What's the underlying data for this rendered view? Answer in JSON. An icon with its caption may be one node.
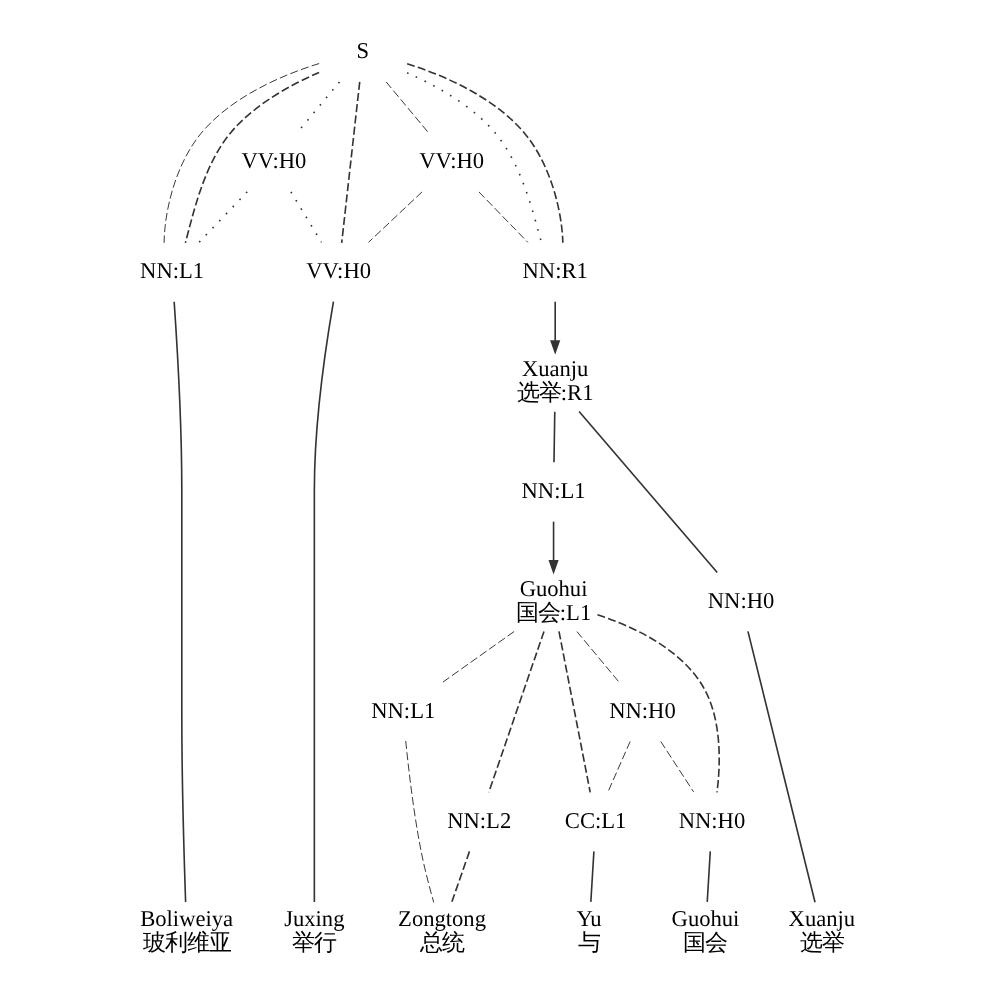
{
  "diagram": {
    "nodes": [
      {
        "text": [
          "S"
        ]
      },
      {
        "text": [
          "VV:H0"
        ]
      },
      {
        "text": [
          "VV:H0"
        ]
      },
      {
        "text": [
          "NN:R1"
        ]
      },
      {
        "text": [
          "Xuanju",
          "选举:R1"
        ]
      },
      {
        "text": [
          "NN:L1"
        ]
      },
      {
        "text": [
          "VV:H0"
        ]
      },
      {
        "text": [
          "NN:L1"
        ]
      },
      {
        "text": [
          "Guohui",
          "国会:L1"
        ]
      },
      {
        "text": [
          "NN:H0"
        ]
      },
      {
        "text": [
          "NN:L2"
        ]
      },
      {
        "text": [
          "NN:L1"
        ]
      },
      {
        "text": [
          "CC:L1"
        ]
      },
      {
        "text": [
          "NN:H0"
        ]
      },
      {
        "text": [
          "NN:H0"
        ]
      },
      {
        "text": [
          "Boliweiya",
          "玻利维亚"
        ]
      },
      {
        "text": [
          "Juxing",
          "举行"
        ]
      },
      {
        "text": [
          "Zongtong",
          "总统"
        ]
      },
      {
        "text": [
          "Yu",
          "与"
        ]
      },
      {
        "text": [
          "Guohui",
          "国会"
        ]
      },
      {
        "text": [
          "Xuanju",
          "选举"
        ]
      }
    ],
    "edges": [
      {
        "from": 0,
        "to": 2,
        "arrow": "none",
        "style": "dashed"
      },
      {
        "from": 0,
        "to": 3,
        "arrow": "none",
        "style": "dashed"
      },
      {
        "from": 2,
        "to": 5,
        "arrow": "none",
        "style": "dashed"
      },
      {
        "from": 2,
        "to": 6,
        "arrow": "none",
        "style": "dashed"
      },
      {
        "from": 0,
        "to": 1,
        "arrow": "none",
        "style": "dashed"
      },
      {
        "from": 0,
        "to": 5,
        "arrow": "none",
        "style": "dashed"
      },
      {
        "from": 1,
        "to": 3,
        "arrow": "none",
        "style": "dashed"
      },
      {
        "from": 1,
        "to": 6,
        "arrow": "none",
        "style": "dashed"
      },
      {
        "from": 0,
        "to": 5,
        "arrow": "none",
        "style": "dashed"
      },
      {
        "from": 0,
        "to": 6,
        "arrow": "none",
        "style": "dashed"
      },
      {
        "from": 0,
        "to": 3,
        "arrow": "none",
        "style": "dashed"
      },
      {
        "from": 3,
        "to": 4,
        "arrow": "to"
      },
      {
        "from": 4,
        "to": 7,
        "arrow": "none"
      },
      {
        "from": 4,
        "to": 14,
        "arrow": "none"
      },
      {
        "from": 7,
        "to": 8,
        "arrow": "to"
      },
      {
        "from": 8,
        "to": 10,
        "arrow": "none",
        "style": "dashed"
      },
      {
        "from": 8,
        "to": 12,
        "arrow": "none",
        "style": "dashed"
      },
      {
        "from": 8,
        "to": 13,
        "arrow": "none",
        "style": "dashed"
      },
      {
        "from": 8,
        "to": 11,
        "arrow": "none",
        "style": "dashed"
      },
      {
        "from": 8,
        "to": 9,
        "arrow": "none",
        "style": "dashed"
      },
      {
        "from": 9,
        "to": 12,
        "arrow": "none",
        "style": "dashed"
      },
      {
        "from": 9,
        "to": 13,
        "arrow": "none",
        "style": "dashed"
      },
      {
        "from": 10,
        "to": 17,
        "arrow": "none",
        "style": "dashed"
      },
      {
        "from": 11,
        "to": 17,
        "arrow": "none",
        "style": "dashed"
      },
      {
        "from": 5,
        "to": 15,
        "arrow": "none"
      },
      {
        "from": 6,
        "to": 16,
        "arrow": "none"
      },
      {
        "from": 12,
        "to": 18,
        "arrow": "none"
      },
      {
        "from": 13,
        "to": 19,
        "arrow": "none"
      },
      {
        "from": 14,
        "to": 20,
        "arrow": "none"
      }
    ]
  }
}
